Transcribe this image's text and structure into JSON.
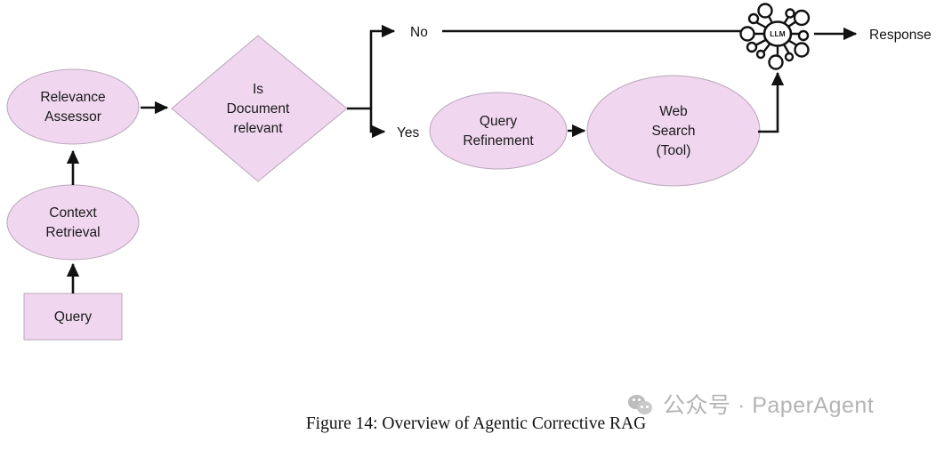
{
  "figure": {
    "caption": "Figure 14: Overview of Agentic Corrective RAG",
    "background": "#ffffff",
    "shape_fill": "#f0d6ef",
    "shape_stroke": "#b9a7bb",
    "edge_color": "#111111",
    "text_color": "#1a1a1a"
  },
  "nodes": {
    "query": {
      "label": "Query",
      "shape": "rectangle"
    },
    "context_retrieval": {
      "line1": "Context",
      "line2": "Retrieval",
      "shape": "ellipse"
    },
    "relevance_assessor": {
      "line1": "Relevance",
      "line2": "Assessor",
      "shape": "ellipse"
    },
    "is_document_relevant": {
      "line1": "Is",
      "line2": "Document",
      "line3": "relevant",
      "shape": "diamond"
    },
    "query_refinement": {
      "line1": "Query",
      "line2": "Refinement",
      "shape": "ellipse"
    },
    "web_search": {
      "line1": "Web",
      "line2": "Search",
      "line3": "(Tool)",
      "shape": "ellipse"
    },
    "llm": {
      "label": "LLM",
      "shape": "network-icon"
    }
  },
  "edge_labels": {
    "no": "No",
    "yes": "Yes",
    "response": "Response"
  },
  "watermark": {
    "icon": "wechat-icon",
    "text": "公众号 · PaperAgent",
    "color": "#b4b4b4"
  }
}
